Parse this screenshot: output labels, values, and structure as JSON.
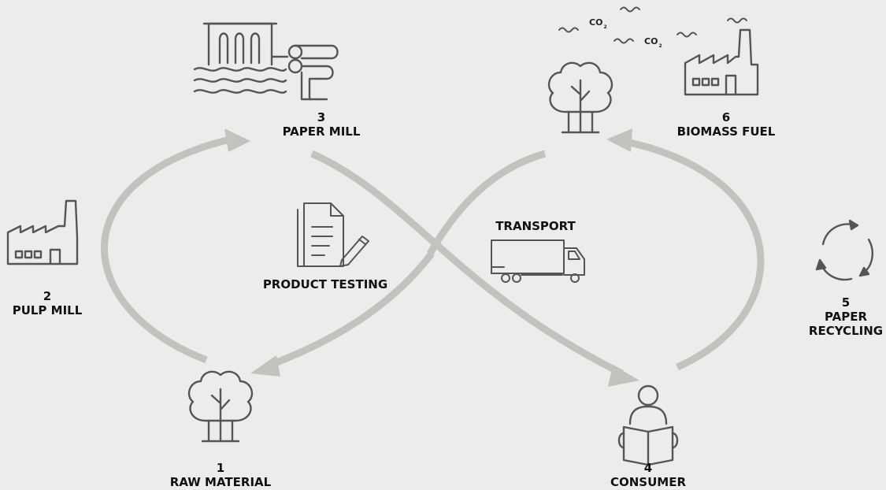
{
  "stages": [
    {
      "number": "1",
      "name": "RAW MATERIAL"
    },
    {
      "number": "2",
      "name": "PULP MILL"
    },
    {
      "number": "3",
      "name": "PAPER MILL"
    },
    {
      "number": "4",
      "name": "CONSUMER"
    },
    {
      "number": "5",
      "name": "PAPER",
      "name2": "RECYCLING"
    },
    {
      "number": "6",
      "name": "BIOMASS FUEL"
    }
  ],
  "center_labels": {
    "product_testing": "PRODUCT TESTING",
    "transport": "TRANSPORT"
  },
  "emissions": {
    "co2_main": "CO",
    "co2_sub": "2"
  },
  "colors": {
    "background": "#ececec",
    "flow_arrows": "#c2c2c0",
    "icons": "#555555",
    "text": "#111111"
  },
  "icons": [
    "tree-icon",
    "factory-icon",
    "paper-mill-icon",
    "reader-icon",
    "recycle-icon",
    "biomass-plant-icon",
    "document-pencil-icon",
    "truck-icon"
  ]
}
